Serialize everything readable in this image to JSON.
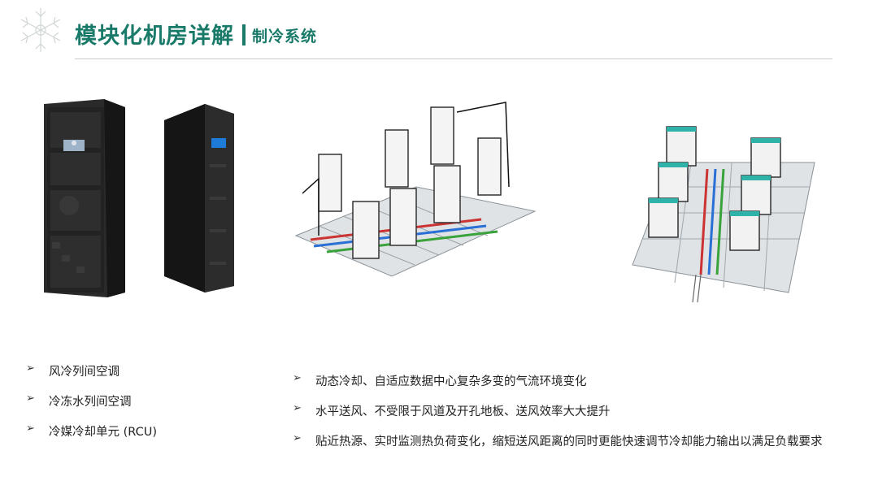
{
  "header": {
    "title": "模块化机房详解",
    "subtitle": "制冷系统"
  },
  "left_list": [
    "风冷列间空调",
    "冷冻水列间空调",
    "冷媒冷却单元 (RCU)"
  ],
  "right_list": [
    "动态冷却、自适应数据中心复杂多变的气流环境变化",
    "水平送风、不受限于风道及开孔地板、送风效率大大提升",
    "贴近热源、实时监测热负荷变化，缩短送风距离的同时更能快速调节冷却能力输出以满足负载要求"
  ],
  "colors": {
    "accent": "#1a7a6a",
    "divider": "#c9c9c9",
    "cabinet": "#1e1e1e"
  },
  "icons": {
    "bullet": "arrow-bullet-icon",
    "logo": "snowflake-logo-icon"
  }
}
